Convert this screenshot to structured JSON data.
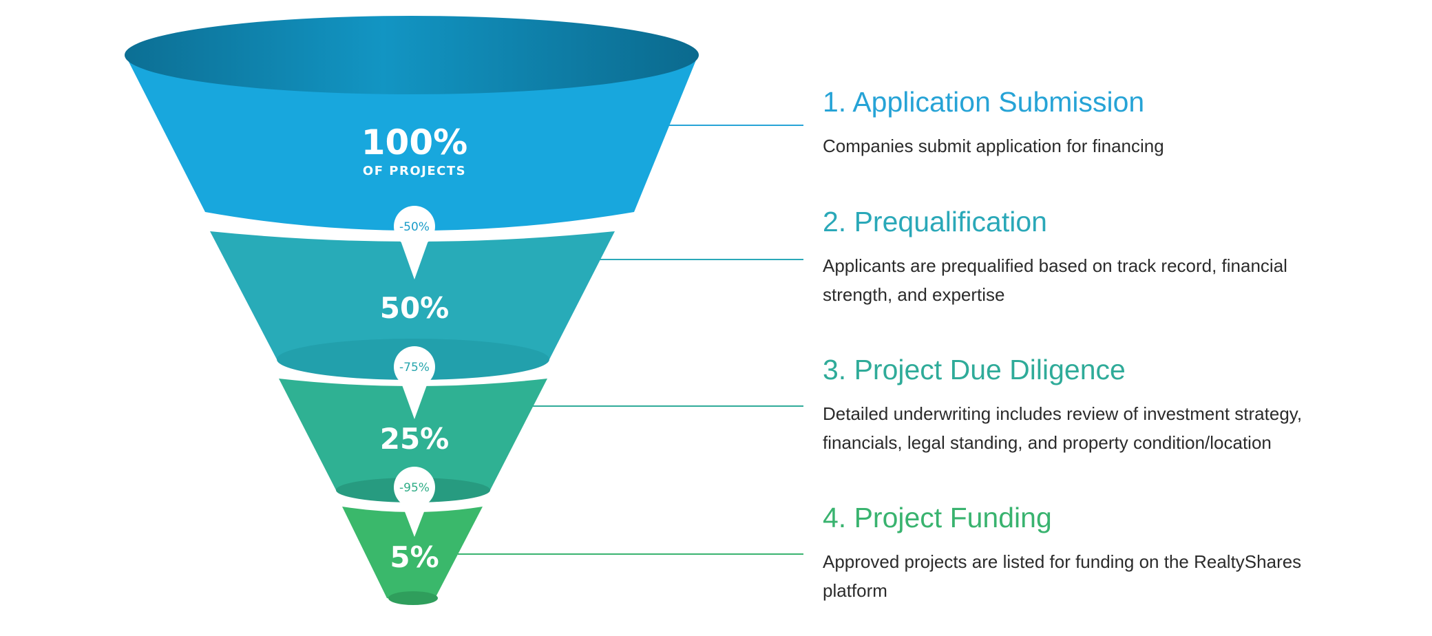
{
  "funnel": {
    "stages": [
      {
        "percent": "100%",
        "sublabel": "OF PROJECTS",
        "color": "#18a7dd"
      },
      {
        "percent": "50%",
        "sublabel": "",
        "color": "#28abb8"
      },
      {
        "percent": "25%",
        "sublabel": "",
        "color": "#2fb193"
      },
      {
        "percent": "5%",
        "sublabel": "",
        "color": "#3ab86b"
      }
    ],
    "drops": [
      {
        "label": "-50%",
        "color": "#1a9cc8"
      },
      {
        "label": "-75%",
        "color": "#27a5ad"
      },
      {
        "label": "-95%",
        "color": "#2fac86"
      }
    ],
    "rim_color": "#0f7fa6"
  },
  "steps": [
    {
      "title": "1. Application Submission",
      "description": "Companies submit application for financing",
      "color": "#26a3d6"
    },
    {
      "title": "2. Prequalification",
      "description": "Applicants are prequalified based on track record, financial strength, and expertise",
      "color": "#2aa8b8"
    },
    {
      "title": "3. Project Due Diligence",
      "description": "Detailed underwriting includes review of investment strategy, financials, legal standing, and property condition/location",
      "color": "#2fab99"
    },
    {
      "title": "4. Project Funding",
      "description": "Approved projects are listed for funding on the RealtyShares platform",
      "color": "#39b36f"
    }
  ]
}
